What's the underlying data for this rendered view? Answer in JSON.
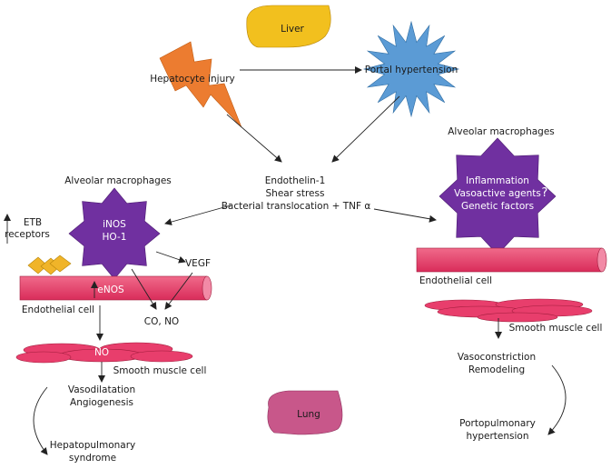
{
  "nodes": {
    "liver": "Liver",
    "lung": "Lung",
    "hepatocyte_injury": "Hepatocyte injury",
    "portal_hypertension": "Portal hypertension",
    "endothelin": "Endothelin-1",
    "shear_stress": "Shear stress",
    "bacterial": "Bacterial translocation + TNF α"
  },
  "left": {
    "macrophages_title": "Alveolar macrophages",
    "inos": "iNOS",
    "ho1": "HO-1",
    "etb": "ETB",
    "receptors": "receptors",
    "vegf": "VEGF",
    "enos": "eNOS",
    "endothelial_cell": "Endothelial cell",
    "co_no": "CO, NO",
    "no": "NO",
    "smooth_muscle": "Smooth muscle cell",
    "vasodilatation": "Vasodilatation",
    "angiogenesis": "Angiogenesis",
    "hps_line1": "Hepatopulmonary",
    "hps_line2": "syndrome"
  },
  "right": {
    "macrophages_title": "Alveolar macrophages",
    "inflammation": "Inflammation",
    "vasoactive": "Vasoactive agents",
    "genetic": "Genetic factors",
    "question": "?",
    "endothelial_cell": "Endothelial cell",
    "smooth_muscle": "Smooth muscle cell",
    "vasoconstriction": "Vasoconstriction",
    "remodeling": "Remodeling",
    "poph_line1": "Portopulmonary",
    "poph_line2": "hypertension"
  },
  "colors": {
    "liver": "#f2c01e",
    "lung": "#c8578a",
    "lightning": "#ec7c30",
    "star_blue": "#5b9bd5",
    "purple": "#7030a0",
    "vessel": "#e83e6c",
    "receptor": "#f0b429"
  }
}
